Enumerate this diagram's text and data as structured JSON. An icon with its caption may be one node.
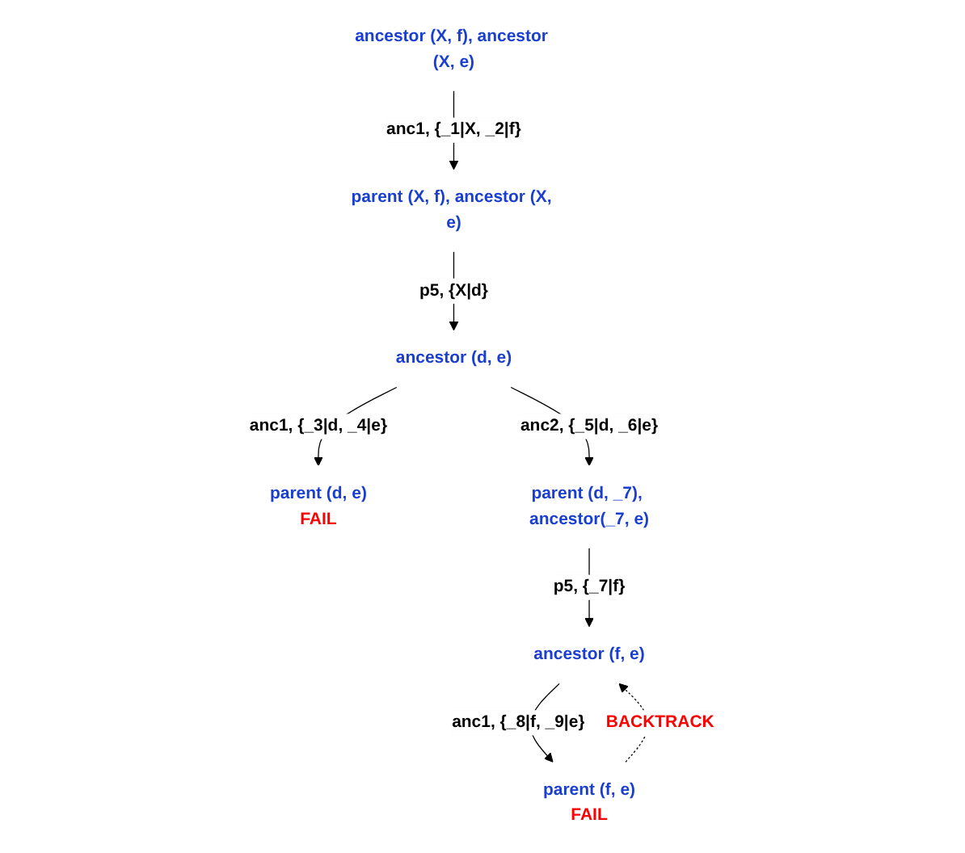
{
  "diagram": {
    "nodes": [
      {
        "text": [
          "ancestor (X, f), ancestor (X, e)"
        ]
      },
      {
        "text": [
          "parent (X, f), ancestor (X, e)"
        ]
      },
      {
        "text": [
          "ancestor (d, e)"
        ]
      },
      {
        "text": [
          "parent (d, e)"
        ],
        "beside": [
          "FAIL"
        ]
      },
      {
        "text": [
          "parent (d, _7), ancestor(_7, e)"
        ]
      },
      {
        "text": [
          "ancestor (f, e)"
        ]
      },
      {
        "text": [
          "parent (f, e)"
        ],
        "beside": [
          "FAIL"
        ]
      }
    ],
    "edges": [
      {
        "from": 0,
        "to": 1,
        "arrow": "to",
        "label": "anc1, {_1|X, _2|f}"
      },
      {
        "from": 1,
        "to": 2,
        "arrow": "to",
        "label": "p5, {X|d}"
      },
      {
        "from": 2,
        "to": 3,
        "arrow": "to",
        "label": "anc1, {_3|d, _4|e}"
      },
      {
        "from": 2,
        "to": 4,
        "arrow": "to",
        "label": "anc2, {_5|d, _6|e}"
      },
      {
        "from": 4,
        "to": 5,
        "arrow": "to",
        "label": "p5, {_7|f}"
      },
      {
        "from": 5,
        "to": 6,
        "arrow": "to",
        "label": "anc1, {_8|f, _9|e}"
      },
      {
        "from": 6,
        "to": 5,
        "arrow": "to",
        "style": "dashed",
        "label": "BACKTRACK"
      }
    ]
  }
}
